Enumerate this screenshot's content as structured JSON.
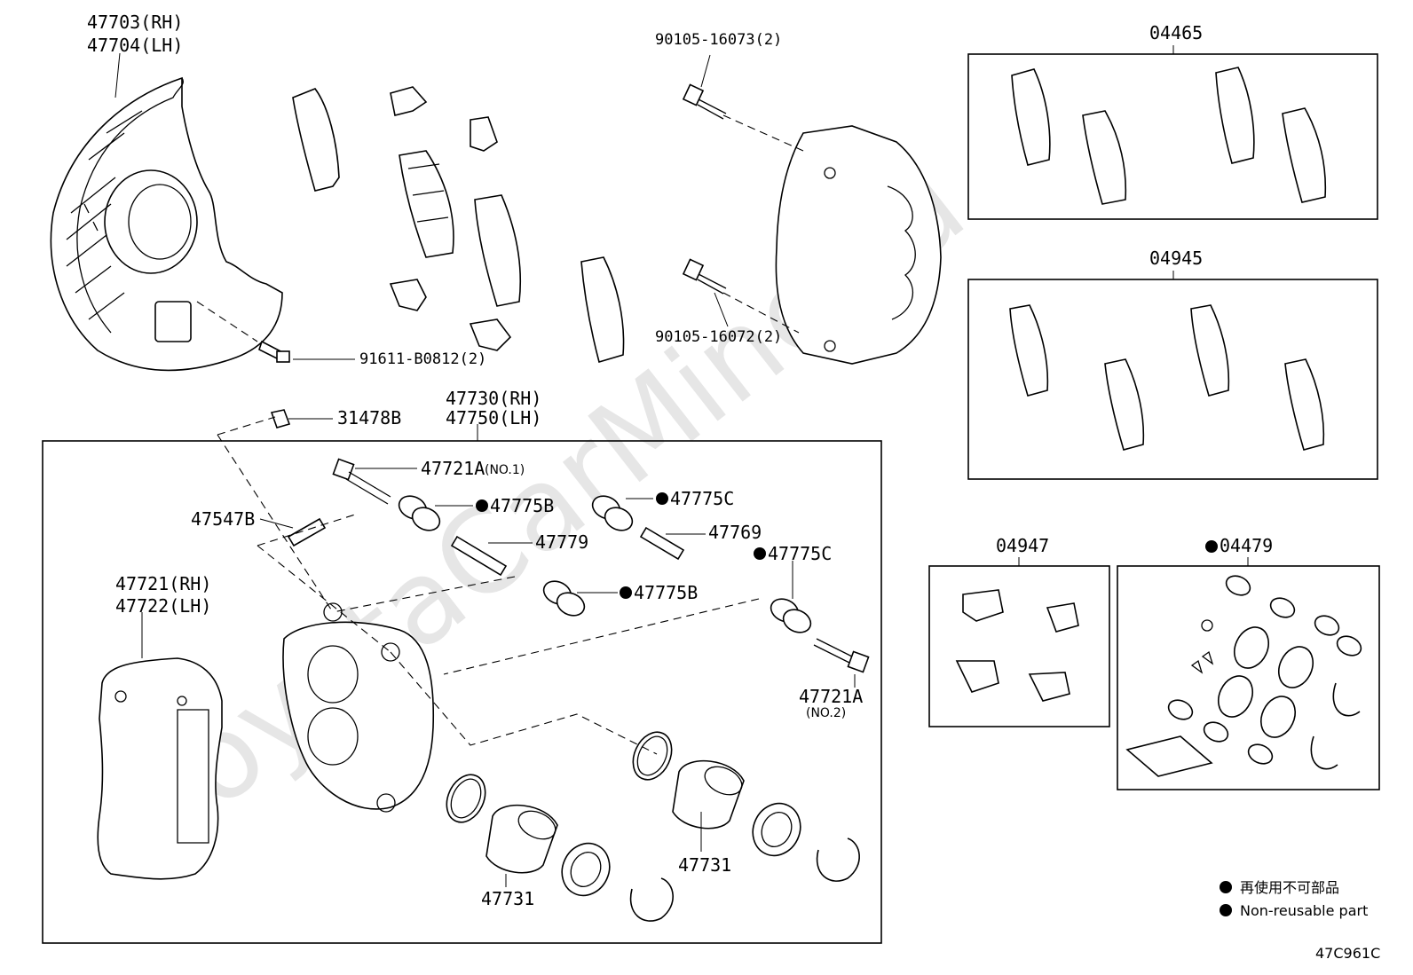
{
  "watermark": "ToyotaCarMine.ru",
  "diagram_code": "47C961C",
  "legend": {
    "items": [
      {
        "symbol": "●",
        "text": "再使用不可部品"
      },
      {
        "symbol": "●",
        "text": "Non-reusable part"
      }
    ]
  },
  "labels": {
    "dust_cover_rh": "47703(RH)",
    "dust_cover_lh": "47704(LH)",
    "bolt_upper": "90105-16073(2)",
    "bolt_lower": "90105-16072(2)",
    "shield_bolt": "91611-B0812(2)",
    "cap": "31478B",
    "caliper_assy_rh": "47730(RH)",
    "caliper_assy_lh": "47750(LH)",
    "pin_bolt_1": "47721A",
    "pin_bolt_1_note": "(NO.1)",
    "boot_b_1": "47775B",
    "boot_c_1": "47775C",
    "bleeder": "47547B",
    "slide_pin_b": "47779",
    "slide_pin_c": "47769",
    "boot_c_2": "47775C",
    "boot_b_2": "47775B",
    "mount_rh": "47721(RH)",
    "mount_lh": "47722(LH)",
    "pin_bolt_2": "47721A",
    "pin_bolt_2_note": "(NO.2)",
    "piston_1": "47731",
    "piston_2": "47731",
    "kit_pads": "04465",
    "kit_shims": "04945",
    "kit_clips": "04947",
    "kit_seals": "04479"
  }
}
